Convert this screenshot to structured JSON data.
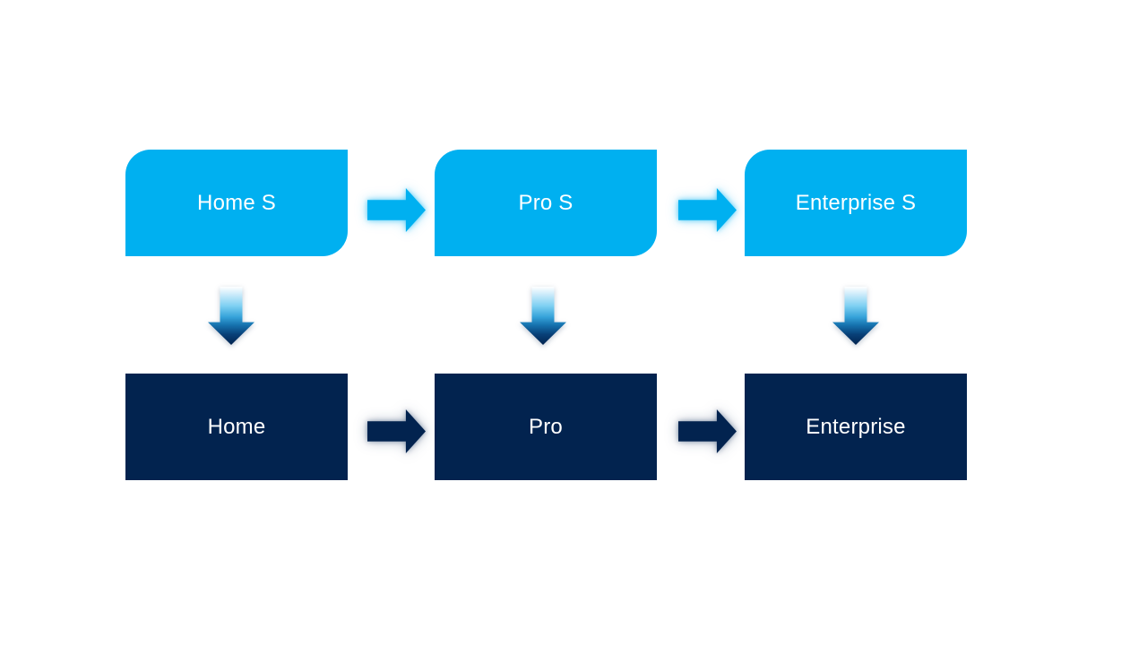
{
  "diagram": {
    "columns": [
      {
        "id": "home",
        "top_label": "Home S",
        "bottom_label": "Home"
      },
      {
        "id": "pro",
        "top_label": "Pro S",
        "bottom_label": "Pro"
      },
      {
        "id": "enterprise",
        "top_label": "Enterprise S",
        "bottom_label": "Enterprise"
      }
    ],
    "icons": {
      "horizontal_connector": "right-arrow-icon",
      "vertical_connector": "down-arrow-icon"
    },
    "colors": {
      "cyan": "#00b0f0",
      "navy": "#02234f",
      "label_text": "#ffffff",
      "background": "#ffffff",
      "down_arrow_gradient_top": "#ffffff",
      "down_arrow_gradient_bottom": "#02234f"
    }
  }
}
